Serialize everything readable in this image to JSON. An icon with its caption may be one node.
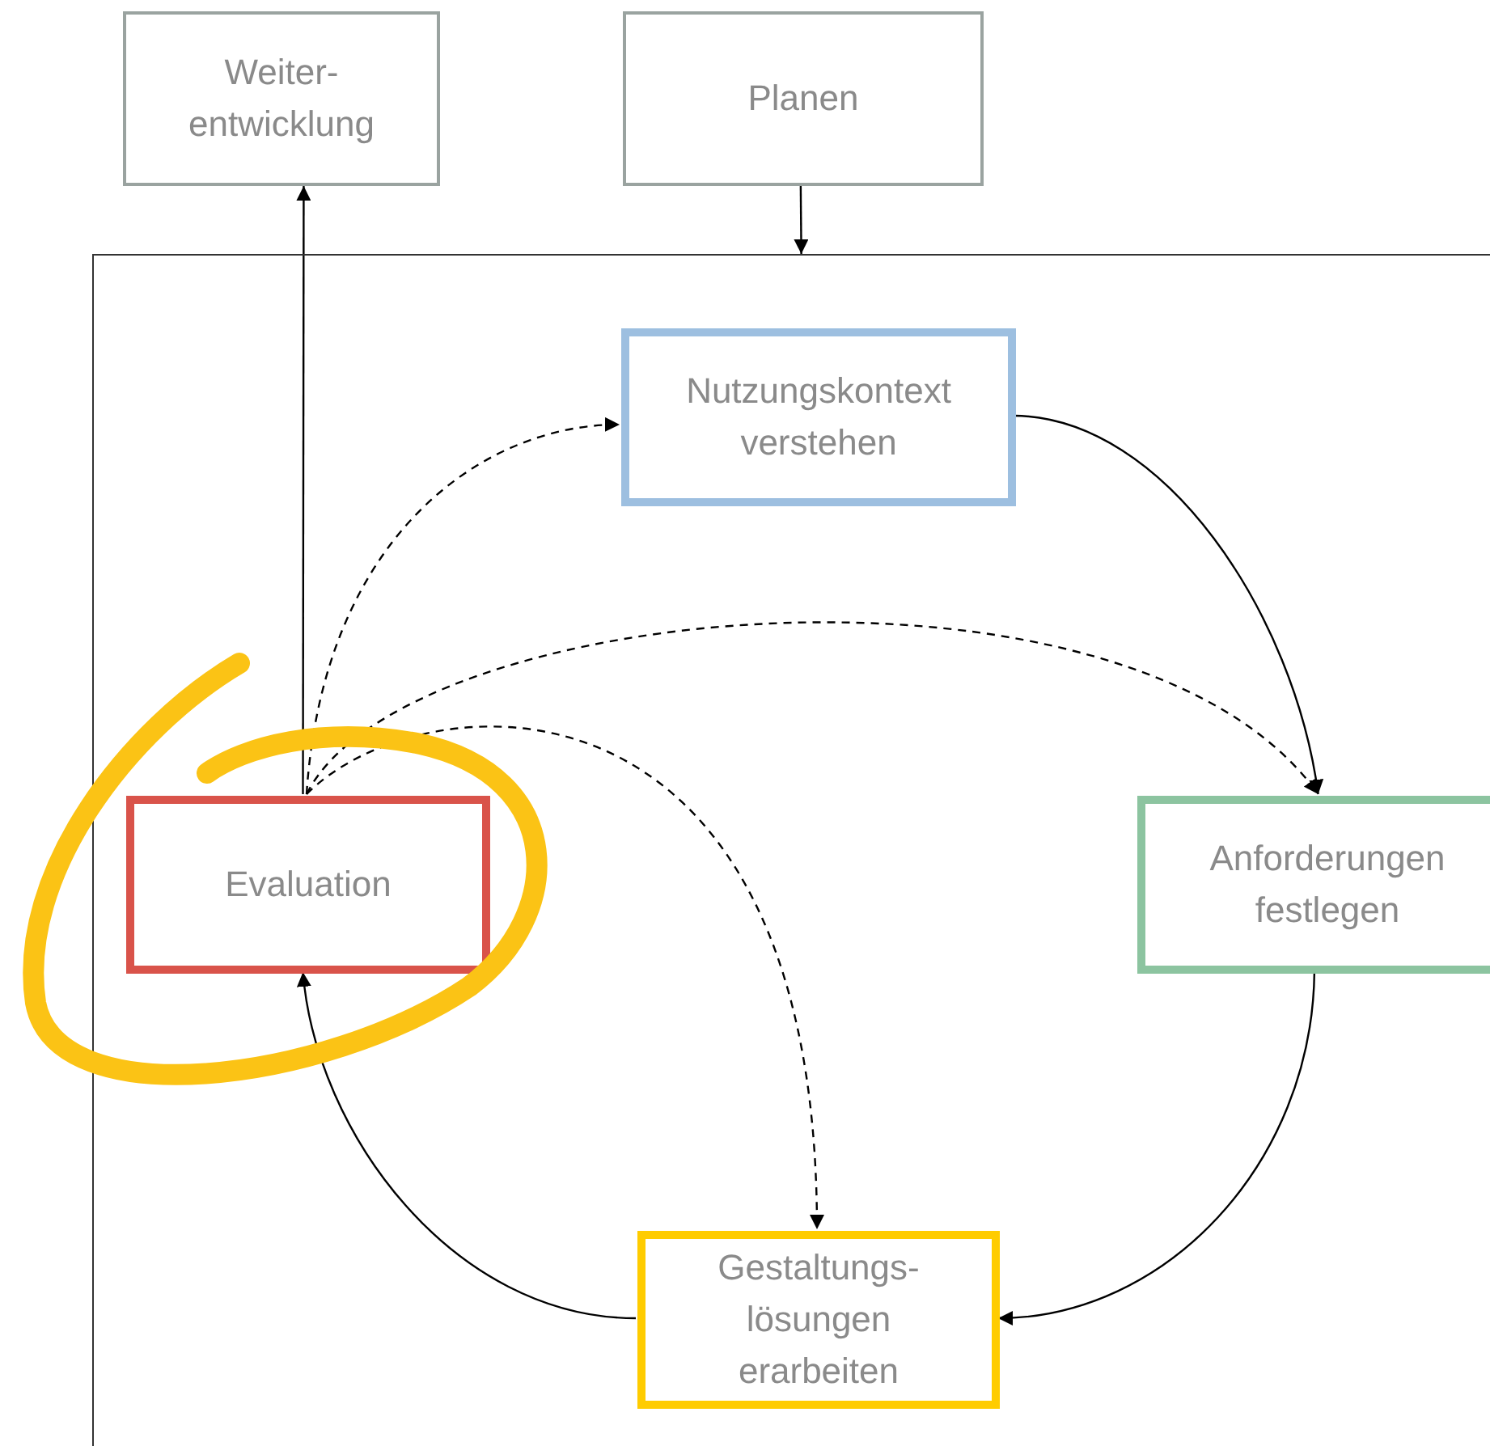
{
  "diagram": {
    "nodes": [
      {
        "text": [
          "Weiter- entwicklung"
        ]
      },
      {
        "text": [
          "Planen"
        ]
      },
      {
        "text": [],
        "shape": "box"
      },
      {
        "text": [
          "Nutzungskontext verstehen"
        ],
        "in": 2
      },
      {
        "text": [
          "Anforderungen festlegen"
        ],
        "in": 2
      },
      {
        "text": [
          "Gestaltungs- lösungen erarbeiten"
        ],
        "in": 2
      },
      {
        "text": [
          "Evaluation"
        ],
        "in": 2
      }
    ],
    "edges": [
      {
        "from": 6,
        "to": 0,
        "arrow": "to"
      },
      {
        "from": 1,
        "to": 2,
        "arrow": "to"
      },
      {
        "from": 3,
        "to": 4,
        "arrow": "to"
      },
      {
        "from": 4,
        "to": 5,
        "arrow": "to"
      },
      {
        "from": 5,
        "to": 6,
        "arrow": "to"
      },
      {
        "from": 6,
        "to": 3,
        "arrow": "to",
        "style": "dashed"
      },
      {
        "from": 6,
        "to": 4,
        "arrow": "to",
        "style": "dashed"
      },
      {
        "from": 6,
        "to": 5,
        "arrow": "to",
        "style": "dashed"
      }
    ]
  }
}
